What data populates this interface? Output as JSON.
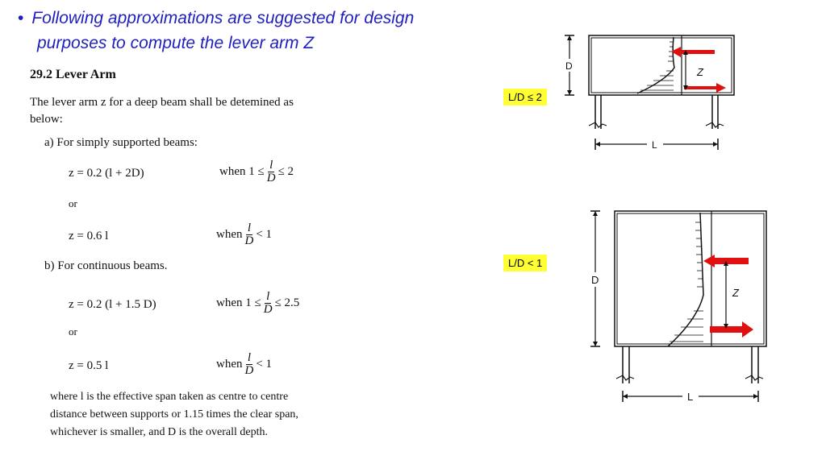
{
  "slide": {
    "bullet_char": "•",
    "bullet_line1": "Following approximations are suggested for design",
    "bullet_line2": "purposes to compute the lever arm Z"
  },
  "excerpt": {
    "heading": "29.2 Lever Arm",
    "intro_line1": "The lever arm z for a deep beam shall be detemined as",
    "intro_line2": "below:",
    "case_a": "a)  For simply supported beams:",
    "case_a_eq1": "z  =  0.2 (l + 2D)",
    "case_a_eq1_when": "when 1 ≤",
    "case_a_eq1_frac_num": "l",
    "case_a_eq1_frac_den": "D",
    "case_a_eq1_limit": "≤ 2",
    "or1": "or",
    "case_a_eq2": "z = 0.6 l",
    "case_a_eq2_when": "when",
    "case_a_eq2_frac_num": "l",
    "case_a_eq2_frac_den": "D",
    "case_a_eq2_limit": "< 1",
    "case_b": "b)  For continuous beams.",
    "case_b_eq1": "z  =  0.2 (l + 1.5 D)",
    "case_b_eq1_when": "when 1 ≤",
    "case_b_eq1_frac_num": "l",
    "case_b_eq1_frac_den": "D",
    "case_b_eq1_limit": "≤ 2.5",
    "or2": "or",
    "case_b_eq2": "z = 0.5 l",
    "case_b_eq2_when": "when",
    "case_b_eq2_frac_num": "l",
    "case_b_eq2_frac_den": "D",
    "case_b_eq2_limit": "< 1",
    "footnote_line1": "where l is the effective span taken as centre to centre",
    "footnote_line2": "distance between supports or 1.15 times the clear span,",
    "footnote_line3": "whichever is smaller, and D is the overall depth."
  },
  "diagram_top": {
    "label": "L/D  ≤ 2",
    "depth_label": "D",
    "span_label": "L",
    "lever_label": "Z"
  },
  "diagram_bottom": {
    "label": "L/D  < 1",
    "depth_label": "D",
    "span_label": "L",
    "lever_label": "Z"
  },
  "colors": {
    "bullet_text": "#1f1fbf",
    "highlight": "#ffff33",
    "force_arrow": "#e01010"
  }
}
